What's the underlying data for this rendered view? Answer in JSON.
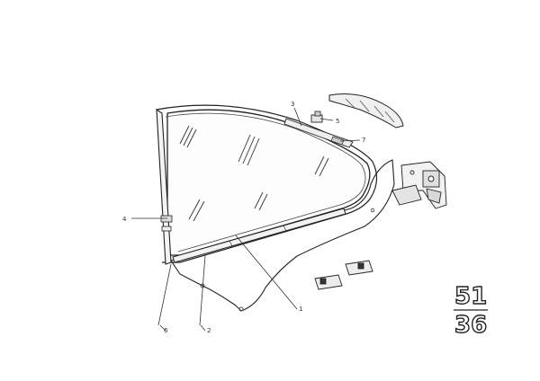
{
  "diagram": {
    "callouts": [
      {
        "id": "1",
        "label": "1"
      },
      {
        "id": "2",
        "label": "2"
      },
      {
        "id": "3",
        "label": "3"
      },
      {
        "id": "4",
        "label": "4"
      },
      {
        "id": "5",
        "label": "5"
      },
      {
        "id": "6",
        "label": "6"
      },
      {
        "id": "7",
        "label": "7"
      }
    ],
    "group": {
      "main": "51",
      "sub": "36"
    }
  }
}
